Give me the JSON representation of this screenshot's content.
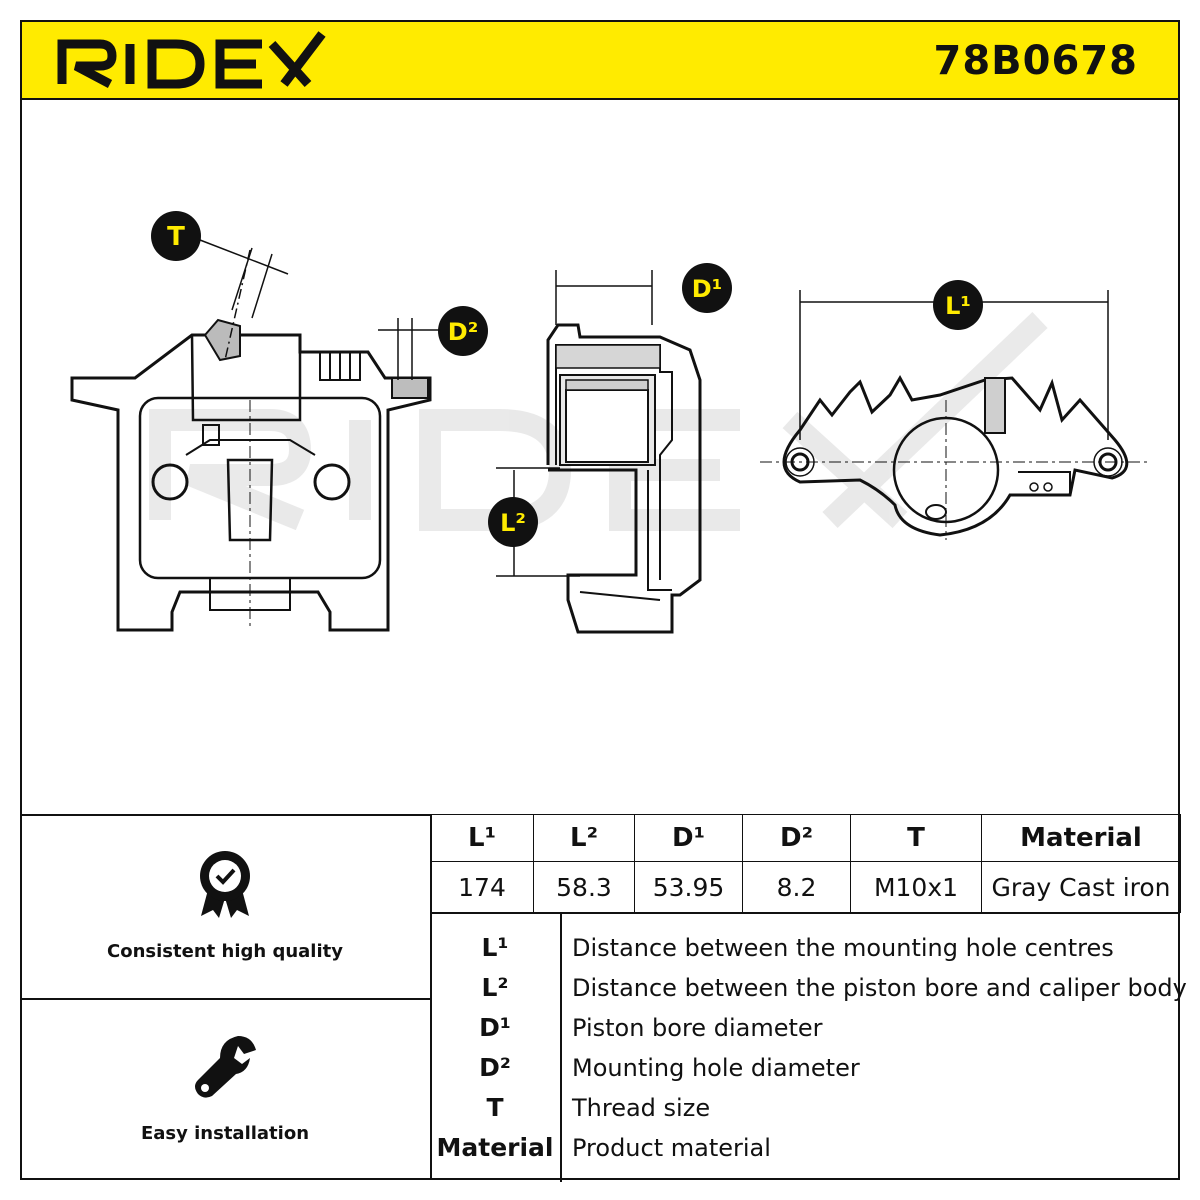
{
  "header": {
    "brand": "RIDEX",
    "part_number": "78B0678"
  },
  "dimension_badges": {
    "T": "T",
    "D2": "D²",
    "D1": "D¹",
    "L2": "L²",
    "L1": "L¹"
  },
  "watermark": "RIDEX",
  "features": [
    {
      "label": "Consistent high quality",
      "icon": "quality-badge-icon"
    },
    {
      "label": "Easy installation",
      "icon": "wrench-icon"
    }
  ],
  "spec_table": {
    "headers": [
      "L¹",
      "L²",
      "D¹",
      "D²",
      "T",
      "Material"
    ],
    "values": [
      "174",
      "58.3",
      "53.95",
      "8.2",
      "M10x1",
      "Gray Cast iron"
    ]
  },
  "legend": [
    {
      "key": "L¹",
      "desc": "Distance between the mounting hole centres"
    },
    {
      "key": "L²",
      "desc": "Distance between the piston bore and caliper body"
    },
    {
      "key": "D¹",
      "desc": "Piston bore diameter"
    },
    {
      "key": "D²",
      "desc": "Mounting hole diameter"
    },
    {
      "key": "T",
      "desc": "Thread size"
    },
    {
      "key": "Material",
      "desc": "Product material"
    }
  ],
  "colors": {
    "accent": "#ffeb00",
    "ink": "#111111"
  }
}
